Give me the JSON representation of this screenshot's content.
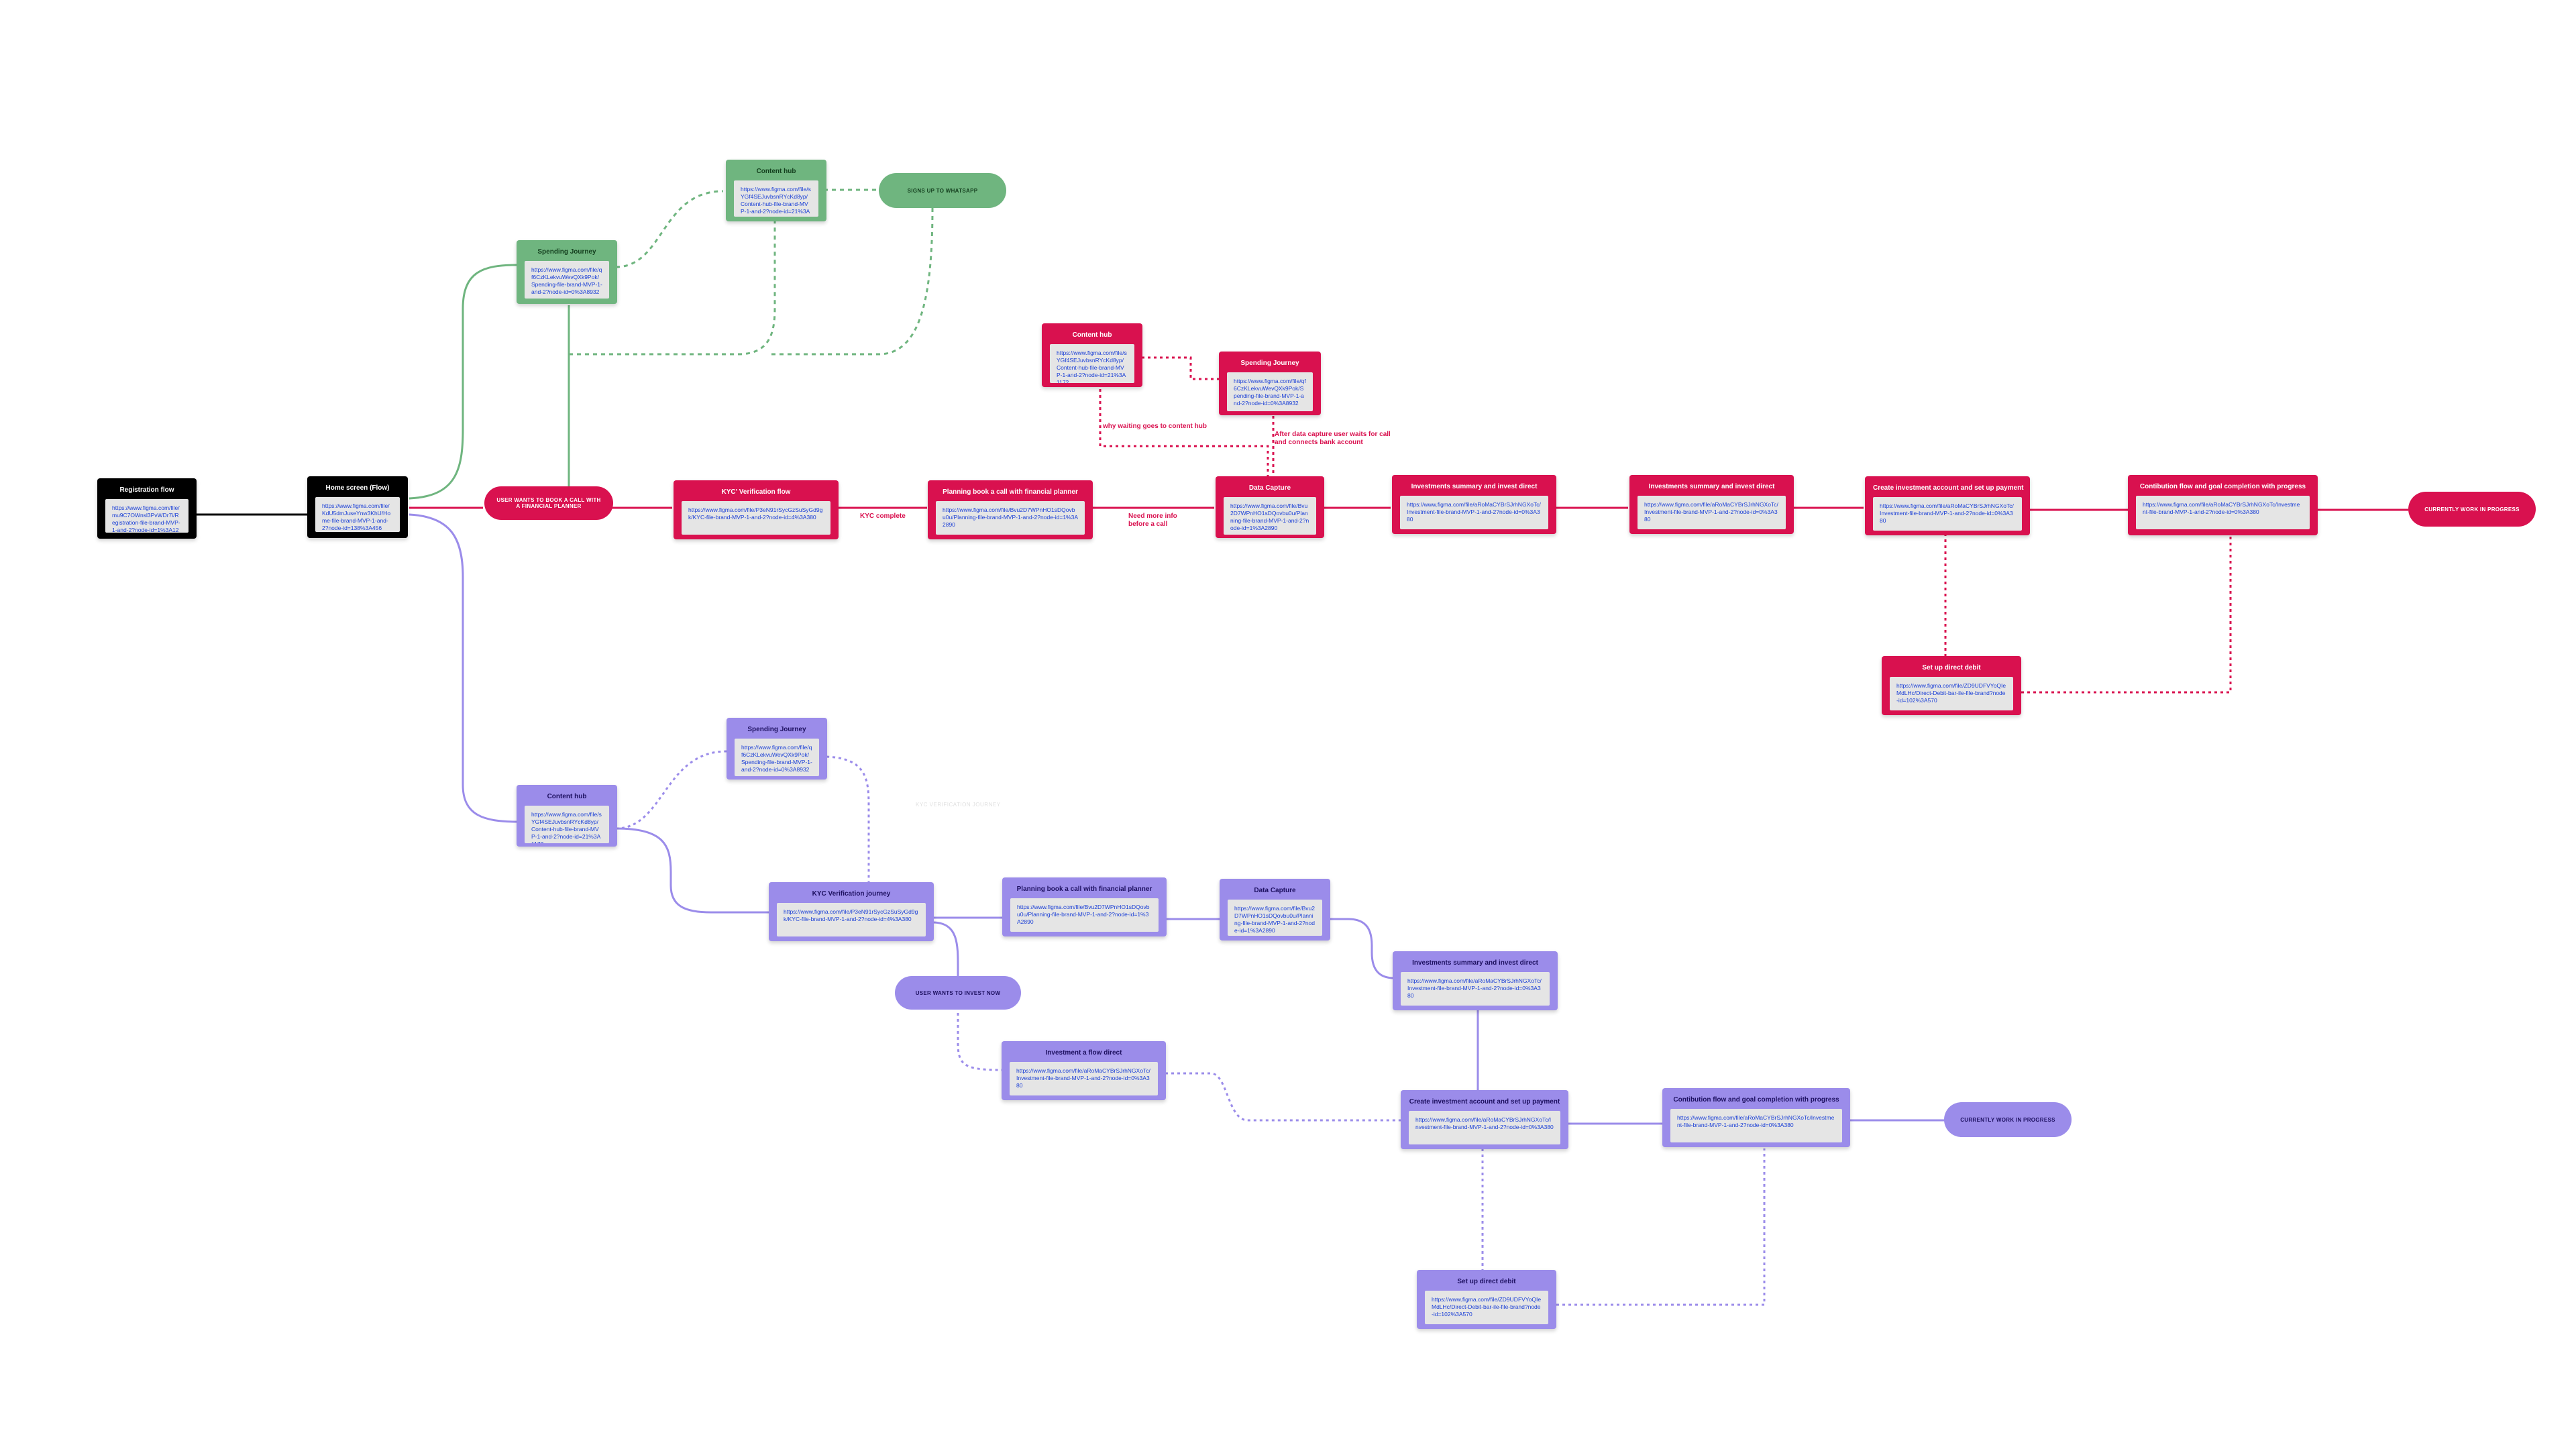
{
  "colors": {
    "green": "#6fb57f",
    "pink": "#d9114f",
    "purple": "#9b8cea",
    "black": "#000000"
  },
  "nodes": {
    "registration": {
      "title": "Registration flow",
      "link": "https://www.figma.com/file/mu9C7OWnsl3PvWDr7i/Registration-file-brand-MVP-1-and-2?node-id=1%3A1234"
    },
    "home": {
      "title": "Home screen (Flow)",
      "link": "https://www.figma.com/file/KdU5dmJuseYnw3KhU/Home-file-brand-MVP-1-and-2?node-id=138%3A456"
    },
    "g_spending": {
      "title": "Spending Journey",
      "link": "https://www.figma.com/file/qf6CzKLekvuWevQXk9Pok/Spending-file-brand-MVP-1-and-2?node-id=0%3A8932"
    },
    "g_content": {
      "title": "Content hub",
      "link": "https://www.figma.com/file/sYGf4SEJuvbsnRYcKd8yp/Content-hub-file-brand-MVP-1-and-2?node-id=21%3A1172"
    },
    "p_content": {
      "title": "Content hub",
      "link": "https://www.figma.com/file/sYGf4SEJuvbsnRYcKd8yp/Content-hub-file-brand-MVP-1-and-2?node-id=21%3A1172"
    },
    "p_spending": {
      "title": "Spending Journey",
      "link": "https://www.figma.com/file/qf6CzKLekvuWevQXk9Pok/Spending-file-brand-MVP-1-and-2?node-id=0%3A8932"
    },
    "p_kyc": {
      "title": "KYC' Verification flow",
      "link": "https://www.figma.com/file/P3eN91rSycGzSuSyGd9gk/KYC-file-brand-MVP-1-and-2?node-id=4%3A380"
    },
    "p_planning": {
      "title": "Planning book a call with financial planner",
      "link": "https://www.figma.com/file/Bvu2D7WPnHO1sDQovbu0u/Planning-file-brand-MVP-1-and-2?node-id=1%3A2890"
    },
    "p_datacapture": {
      "title": "Data Capture",
      "link": "https://www.figma.com/file/Bvu2D7WPnHO1sDQovbu0u/Planning-file-brand-MVP-1-and-2?node-id=1%3A2890"
    },
    "p_invsummary1": {
      "title": "Investments summary and invest direct",
      "link": "https://www.figma.com/file/aRoMaCYBrSJrhNGXoTc/Investment-file-brand-MVP-1-and-2?node-id=0%3A380"
    },
    "p_invsummary2": {
      "title": "Investments summary and invest direct",
      "link": "https://www.figma.com/file/aRoMaCYBrSJrhNGXoTc/Investment-file-brand-MVP-1-and-2?node-id=0%3A380"
    },
    "p_createacct": {
      "title": "Create investment account and set up payment",
      "link": "https://www.figma.com/file/aRoMaCYBrSJrhNGXoTc/Investment-file-brand-MVP-1-and-2?node-id=0%3A380"
    },
    "p_contribution": {
      "title": "Contibution flow and goal completion with progress",
      "link": "https://www.figma.com/file/aRoMaCYBrSJrhNGXoTc/Investment-file-brand-MVP-1-and-2?node-id=0%3A380"
    },
    "p_directdebit": {
      "title": "Set up direct debit",
      "link": "https://www.figma.com/file/ZD9UDFVYoQIeMdLHc/Direct-Debit-bar-ile-file-brand?node-id=102%3A570"
    },
    "u_spending": {
      "title": "Spending Journey",
      "link": "https://www.figma.com/file/qf6CzKLekvuWevQXk9Pok/Spending-file-brand-MVP-1-and-2?node-id=0%3A8932"
    },
    "u_content": {
      "title": "Content hub",
      "link": "https://www.figma.com/file/sYGf4SEJuvbsnRYcKd8yp/Content-hub-file-brand-MVP-1-and-2?node-id=21%3A1172"
    },
    "u_kyc": {
      "title": "KYC Verification journey",
      "link": "https://www.figma.com/file/P3eN91rSycGzSuSyGd9gk/KYC-file-brand-MVP-1-and-2?node-id=4%3A380"
    },
    "u_planning": {
      "title": "Planning book a call with financial planner",
      "link": "https://www.figma.com/file/Bvu2D7WPnHO1sDQovbu0u/Planning-file-brand-MVP-1-and-2?node-id=1%3A2890"
    },
    "u_datacapture": {
      "title": "Data Capture",
      "link": "https://www.figma.com/file/Bvu2D7WPnHO1sDQovbu0u/Planning-file-brand-MVP-1-and-2?node-id=1%3A2890"
    },
    "u_invsummary": {
      "title": "Investments summary and invest direct",
      "link": "https://www.figma.com/file/aRoMaCYBrSJrhNGXoTc/Investment-file-brand-MVP-1-and-2?node-id=0%3A380"
    },
    "u_invflow": {
      "title": "Investment a flow direct",
      "link": "https://www.figma.com/file/aRoMaCYBrSJrhNGXoTc/Investment-file-brand-MVP-1-and-2?node-id=0%3A380"
    },
    "u_createacct": {
      "title": "Create investment account and set up payment",
      "link": "https://www.figma.com/file/aRoMaCYBrSJrhNGXoTc/Investment-file-brand-MVP-1-and-2?node-id=0%3A380"
    },
    "u_contribution": {
      "title": "Contibution flow and goal completion with progress",
      "link": "https://www.figma.com/file/aRoMaCYBrSJrhNGXoTc/Investment-file-brand-MVP-1-and-2?node-id=0%3A380"
    },
    "u_directdebit": {
      "title": "Set up direct debit",
      "link": "https://www.figma.com/file/ZD9UDFVYoQIeMdLHc/Direct-Debit-bar-ile-file-brand?node-id=102%3A570"
    }
  },
  "pills": {
    "whatsapp": "SIGNS UP TO WHATSAPP",
    "book_call": "USER WANTS TO BOOK A CALL WITH A FINANCIAL PLANNER",
    "wip_pink": "CURRENTLY WORK IN PROGRESS",
    "invest_now": "USER WANTS TO INVEST NOW",
    "wip_purple": "CURRENTLY WORK IN PROGRESS"
  },
  "labels": {
    "kyc_complete": "KYC complete",
    "need_more_info": "Need more info before a call",
    "waiting": "why waiting goes to content hub",
    "after_capture": "After data capture user waits for call and connects bank account",
    "ghost": "KYC VERIFICATION JOURNEY"
  }
}
